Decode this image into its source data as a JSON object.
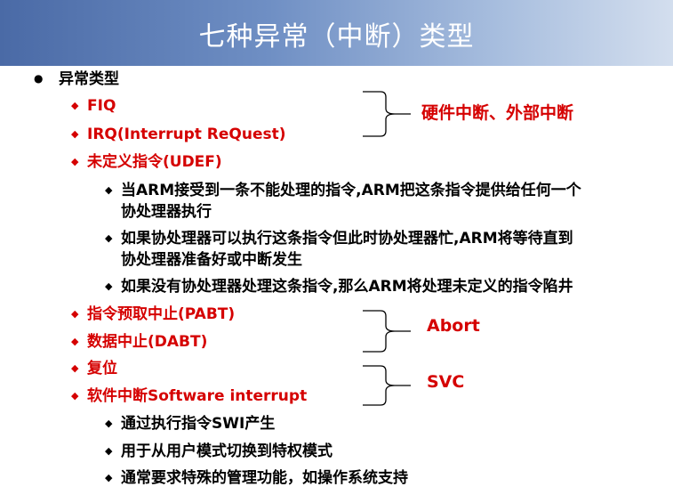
{
  "title": "七种异常（中断）类型",
  "heading": "异常类型",
  "items": {
    "fiq": "FIQ",
    "irq": "IRQ(Interrupt ReQuest)",
    "udef": "未定义指令(UDEF)",
    "udef_sub1_a": "当ARM接受到一条不能处理的指令,ARM把这条指令提供给任何一个",
    "udef_sub1_b": "协处理器执行",
    "udef_sub2_a": "如果协处理器可以执行这条指令但此时协处理器忙,ARM将等待直到",
    "udef_sub2_b": "协处理器准备好或中断发生",
    "udef_sub3": "如果没有协处理器处理这条指令,那么ARM将处理未定义的指令陷井",
    "pabt": "指令预取中止(PABT)",
    "dabt": "数据中止(DABT)",
    "reset": "复位",
    "swi": "软件中断Software interrupt",
    "swi_sub1": "通过执行指令SWI产生",
    "swi_sub2": "用于从用户模式切换到特权模式",
    "swi_sub3": "通常要求特殊的管理功能，如操作系统支持"
  },
  "annotations": {
    "interrupts": "硬件中断、外部中断",
    "abort": "Abort",
    "svc": "SVC"
  },
  "colors": {
    "accent": "#d50000",
    "title_bar": "#5b7bb5"
  },
  "icons": {
    "level1": "round-bullet-icon",
    "level2": "diamond-bullet-icon",
    "level3": "diamond-bullet-icon"
  }
}
